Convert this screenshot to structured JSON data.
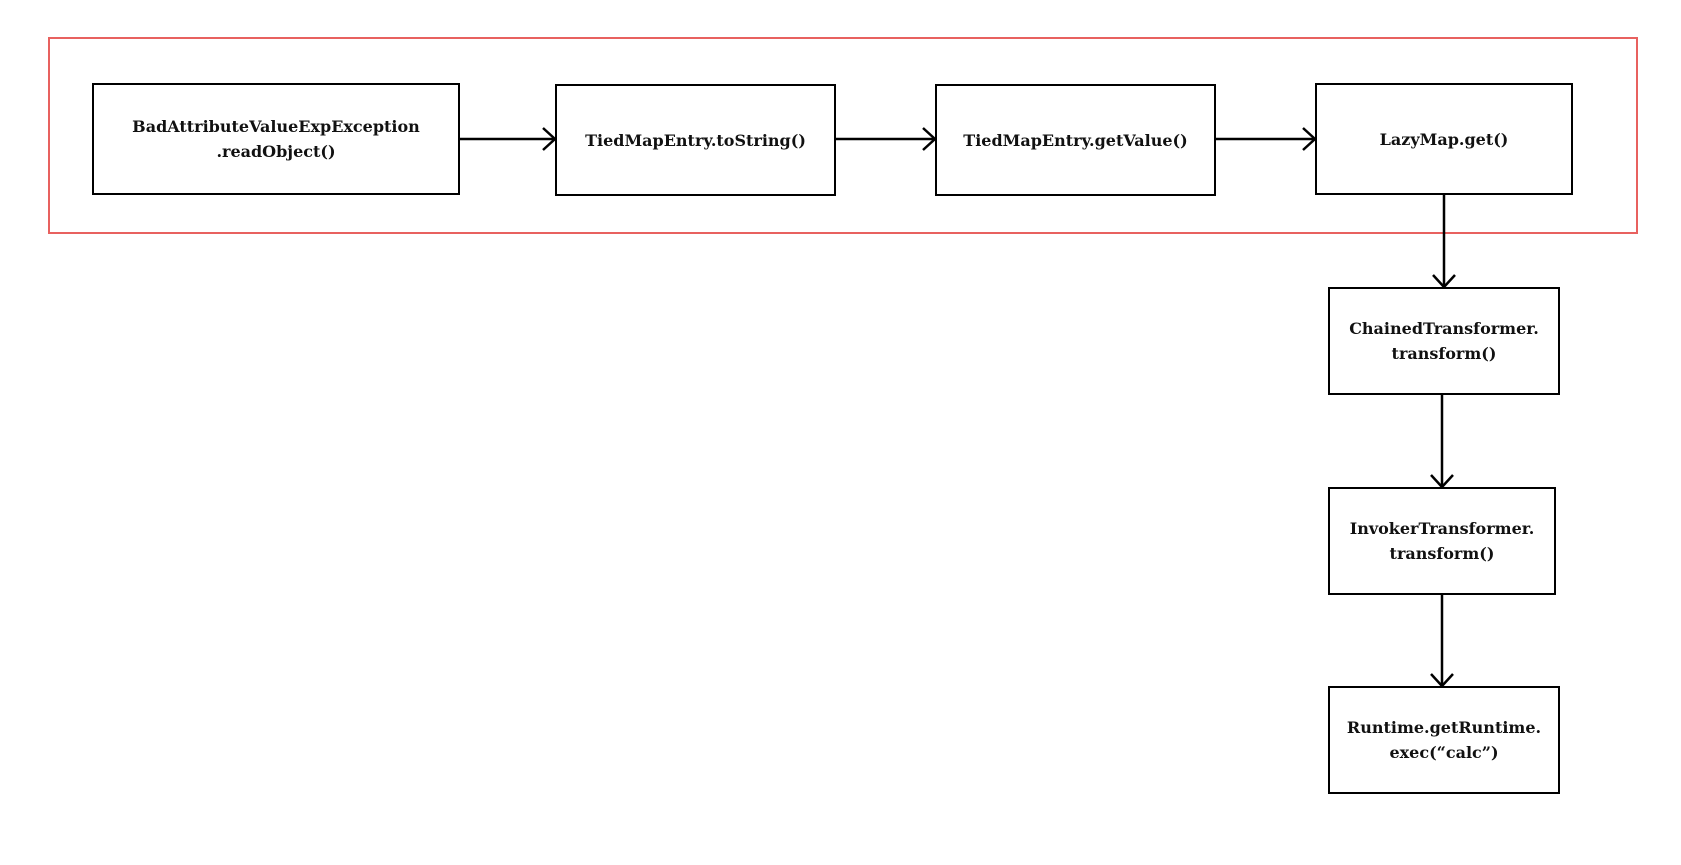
{
  "diagram": {
    "frame_color": "#e8615f",
    "nodes": [
      {
        "id": "n1",
        "lines": [
          "BadAttributeValueExpException",
          ".readObject()"
        ]
      },
      {
        "id": "n2",
        "lines": [
          "TiedMapEntry.toString()"
        ]
      },
      {
        "id": "n3",
        "lines": [
          "TiedMapEntry.getValue()"
        ]
      },
      {
        "id": "n4",
        "lines": [
          "LazyMap.get()"
        ]
      },
      {
        "id": "n5",
        "lines": [
          "ChainedTransformer.",
          "transform()"
        ]
      },
      {
        "id": "n6",
        "lines": [
          "InvokerTransformer.",
          "transform()"
        ]
      },
      {
        "id": "n7",
        "lines": [
          "Runtime.getRuntime.",
          "exec(“calc”)"
        ]
      }
    ],
    "edges": [
      {
        "from": "n1",
        "to": "n2"
      },
      {
        "from": "n2",
        "to": "n3"
      },
      {
        "from": "n3",
        "to": "n4"
      },
      {
        "from": "n4",
        "to": "n5"
      },
      {
        "from": "n5",
        "to": "n6"
      },
      {
        "from": "n6",
        "to": "n7"
      }
    ]
  }
}
